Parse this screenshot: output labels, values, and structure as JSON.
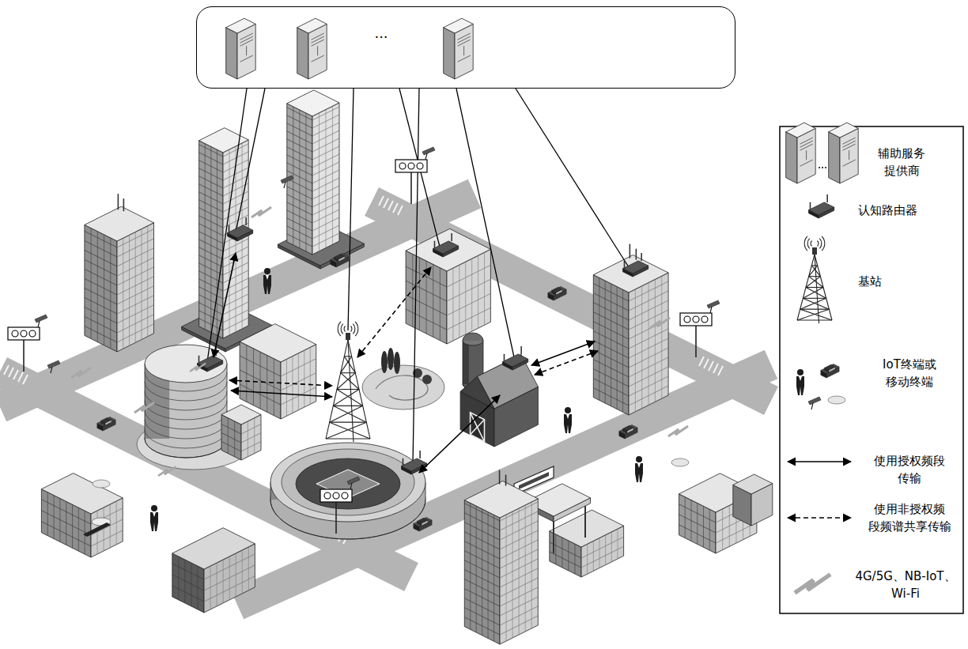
{
  "diagram": {
    "nodes": [
      {
        "text": [
          "..."
        ]
      }
    ],
    "legend": [
      {
        "text": "辅助服务 提供商"
      },
      {
        "text": "认知路由器"
      },
      {
        "text": "基站"
      },
      {
        "text": "IoT终端或 移动终端"
      },
      {
        "text": "使用授权频段 传输"
      },
      {
        "text": "使用非授权频 段频谱共享传输"
      },
      {
        "text": "4G/5G、NB-IoT、 Wi-Fi"
      }
    ]
  }
}
